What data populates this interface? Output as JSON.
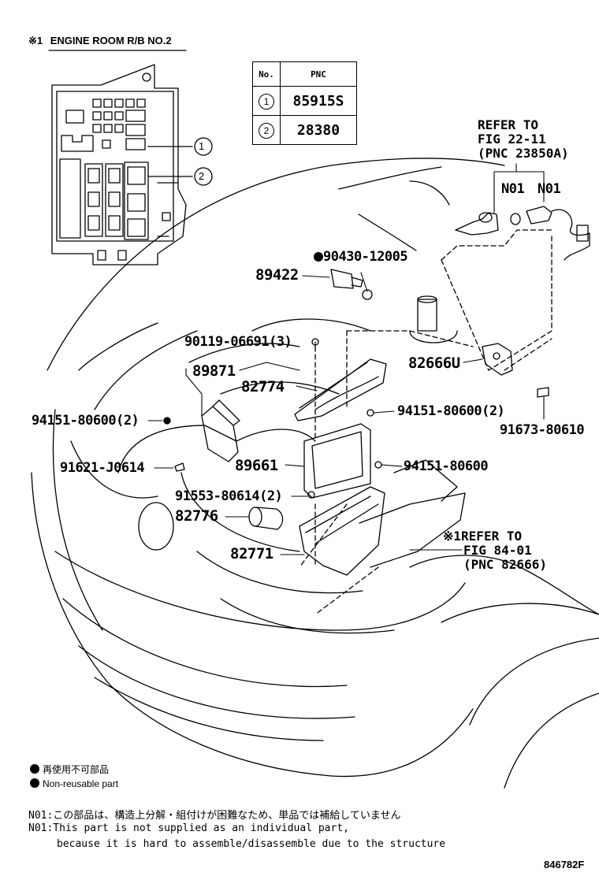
{
  "header": {
    "mark": "※1",
    "title": "ENGINE ROOM R/B NO.2"
  },
  "pnc_table": {
    "headers": [
      "No.",
      "PNC"
    ],
    "rows": [
      {
        "no": "1",
        "pnc": "85915S"
      },
      {
        "no": "2",
        "pnc": "28380"
      }
    ]
  },
  "callouts": {
    "c1": "1",
    "c2": "2"
  },
  "refer_top": [
    "REFER TO",
    "FIG 22-11",
    "(PNC 23850A)"
  ],
  "refer_bottom": [
    "※1REFER TO",
    "FIG 84-01",
    "(PNC 82666)"
  ],
  "parts": {
    "n01_a": "N01",
    "n01_b": "N01",
    "p90430": "90430-12005",
    "p89422": "89422",
    "p90119": "90119-06691(3)",
    "p82666u": "82666U",
    "p89871": "89871",
    "p82774": "82774",
    "p94151_2a": "94151-80600(2)",
    "p94151_2b": "94151-80600(2)",
    "p91673": "91673-80610",
    "p91621": "91621-J0614",
    "p89661": "89661",
    "p94151": "94151-80600",
    "p91553": "91553-80614(2)",
    "p82776": "82776",
    "p82771": "82771"
  },
  "legend": {
    "jp": "再使用不可部品",
    "en": "Non-reusable part"
  },
  "notes": {
    "jp": "N01:この部品は、構造上分解・組付けが困難なため、単品では補給していません",
    "en1": "N01:This part is not supplied as an individual part,",
    "en2": "because it is hard to assemble/disassemble due to the structure"
  },
  "figure_code": "846782F"
}
